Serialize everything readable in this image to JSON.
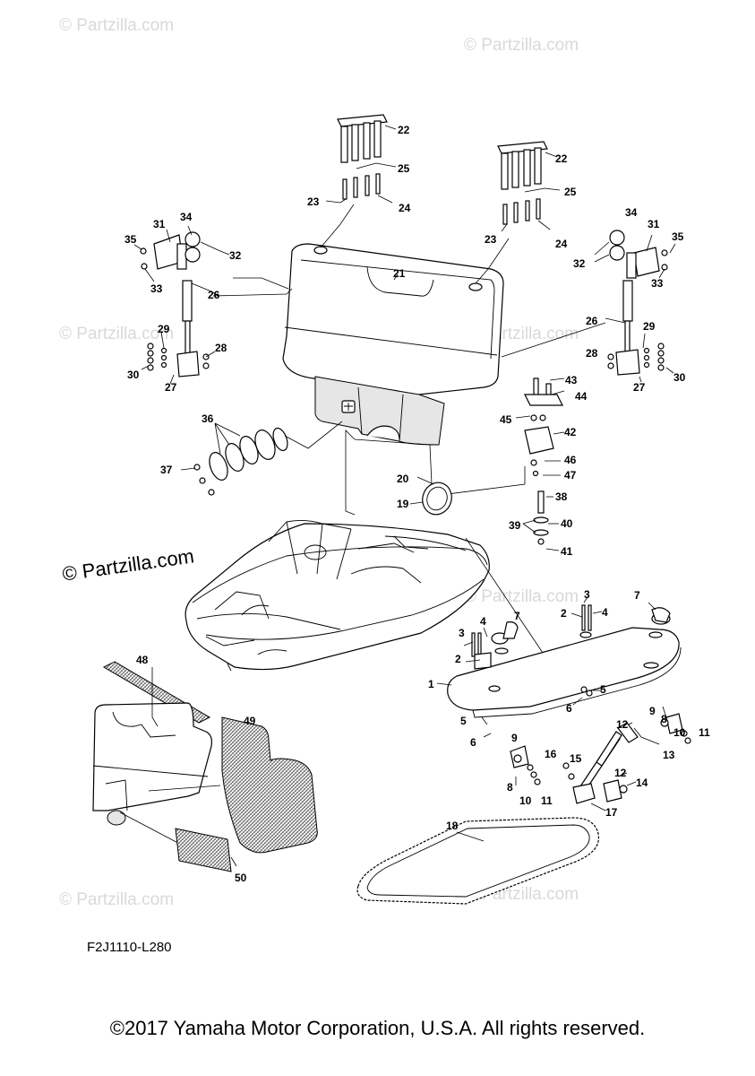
{
  "watermark": {
    "text": "© Partzilla.com",
    "prominent_text": "© Partzilla.com"
  },
  "diagram": {
    "code": "F2J1110-L280",
    "callouts": [
      "1",
      "2",
      "3",
      "4",
      "5",
      "6",
      "7",
      "8",
      "9",
      "10",
      "11",
      "12",
      "13",
      "14",
      "15",
      "16",
      "17",
      "18",
      "19",
      "20",
      "21",
      "22",
      "23",
      "24",
      "25",
      "26",
      "27",
      "28",
      "29",
      "30",
      "31",
      "32",
      "33",
      "34",
      "35",
      "36",
      "37",
      "38",
      "39",
      "40",
      "41",
      "42",
      "43",
      "44",
      "45",
      "46",
      "47",
      "48",
      "49",
      "50"
    ]
  },
  "footer": {
    "copyright": "©2017 Yamaha Motor Corporation, U.S.A. All rights reserved."
  }
}
